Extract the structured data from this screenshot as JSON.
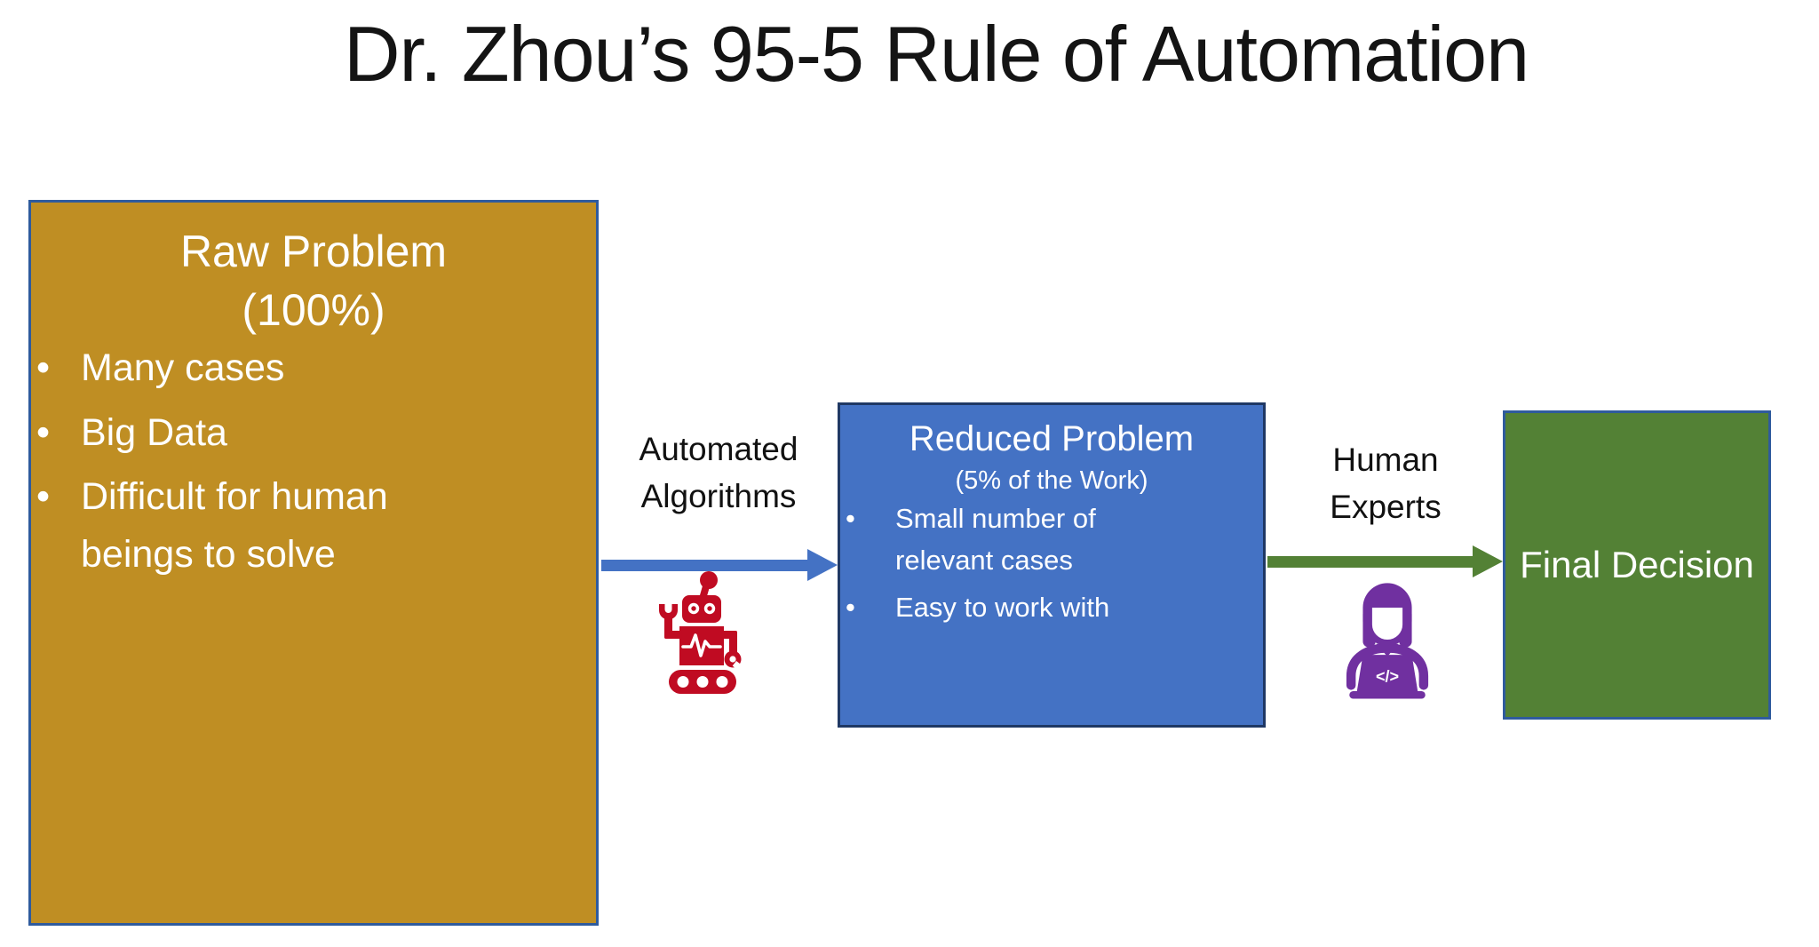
{
  "title": "Dr. Zhou’s 95-5 Rule of Automation",
  "boxes": {
    "raw": {
      "heading_line1": "Raw Problem",
      "heading_line2": "(100%)",
      "bullets": [
        "Many cases",
        "Big Data",
        "Difficult for human beings to solve"
      ]
    },
    "reduced": {
      "heading": "Reduced Problem",
      "subheading": "(5% of the Work)",
      "bullets": [
        "Small number of relevant cases",
        "Easy to work with"
      ]
    },
    "final": {
      "label": "Final Decision"
    }
  },
  "arrows": {
    "automated": {
      "label_line1": "Automated",
      "label_line2": "Algorithms"
    },
    "human": {
      "label_line1": "Human",
      "label_line2": "Experts"
    }
  },
  "icons": {
    "robot": "robot-icon",
    "human_expert": "woman-at-laptop-icon",
    "code_glyph": "</>"
  },
  "colors": {
    "raw_box_fill": "#BF8E23",
    "raw_box_border": "#2F5B9D",
    "reduced_box_fill": "#4472C4",
    "reduced_box_border": "#1F3864",
    "final_box_fill": "#538135",
    "final_box_border": "#2F5B9D",
    "arrow_automated": "#4472C4",
    "arrow_human": "#538135",
    "robot_icon": "#C00B22",
    "human_icon": "#7030A0",
    "title_text": "#141414",
    "box_text": "#FFFFFF"
  }
}
